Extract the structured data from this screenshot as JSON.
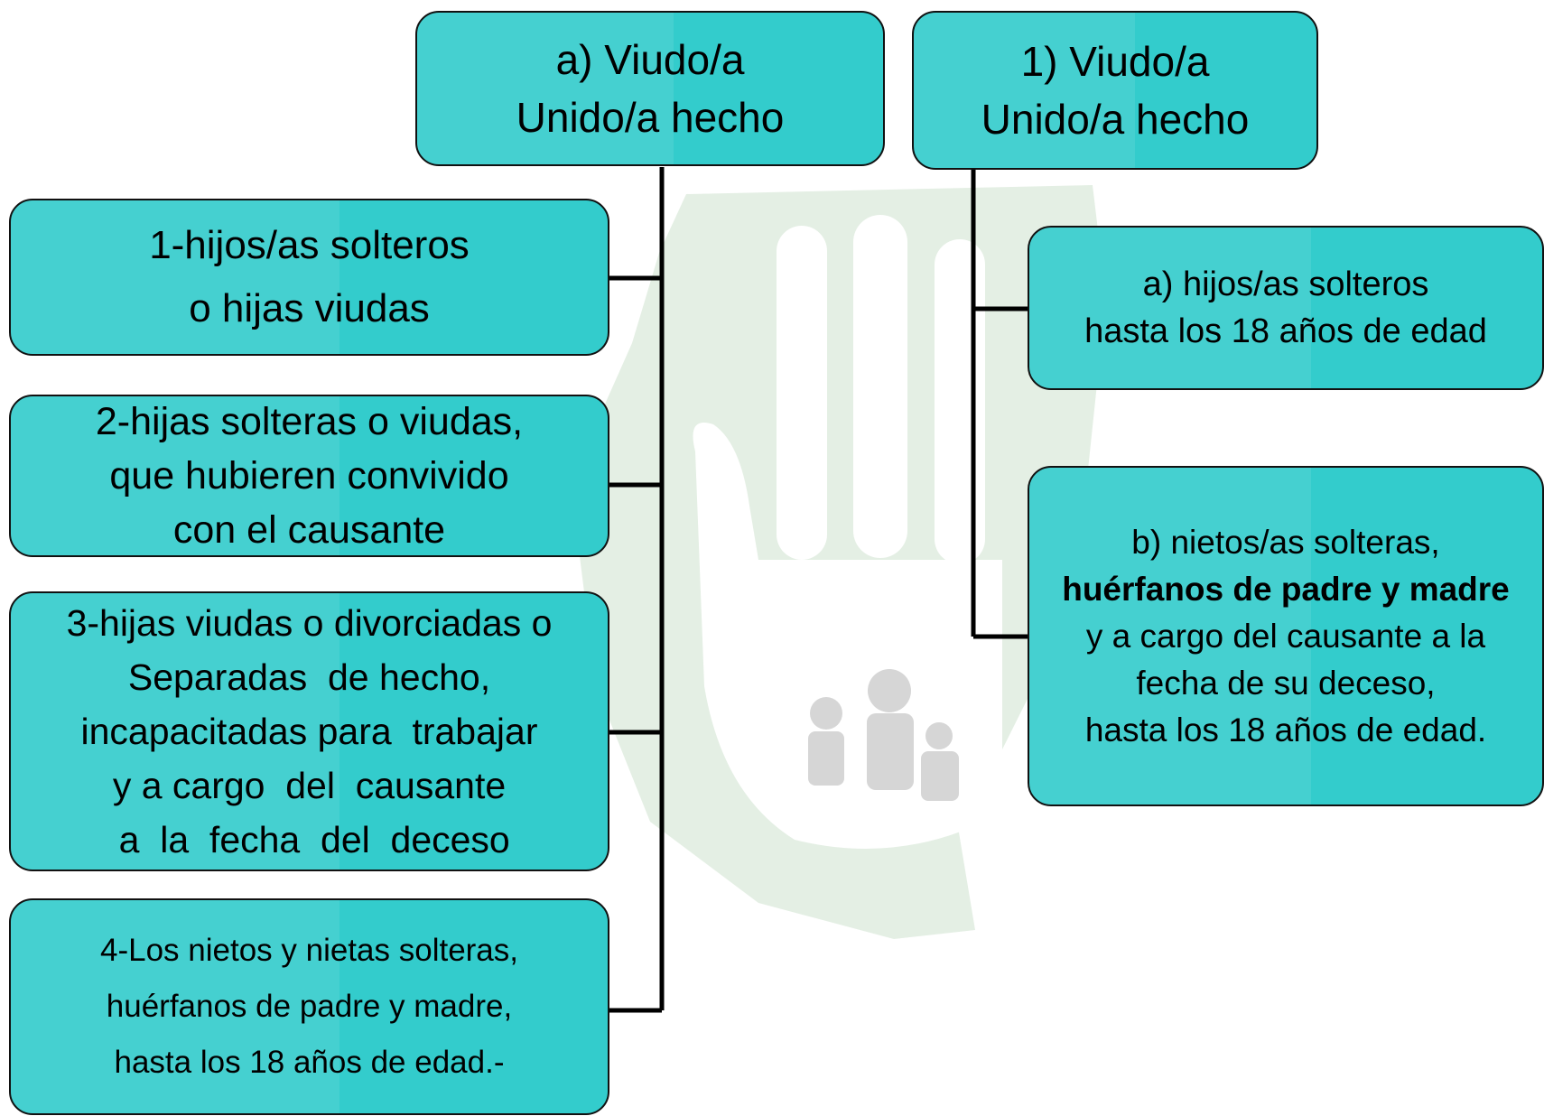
{
  "left_root": {
    "lines": [
      "a) Viudo/a",
      "Unido/a hecho"
    ]
  },
  "left_children": [
    {
      "lines": [
        "1-hijos/as solteros",
        "o hijas viudas"
      ]
    },
    {
      "lines": [
        "2-hijas solteras o viudas,",
        "que hubieren convivido",
        "con el causante"
      ]
    },
    {
      "lines": [
        "3-hijas viudas o divorciadas o",
        "Separadas  de hecho,",
        "incapacitadas para  trabajar",
        "y a cargo  del  causante",
        " a  la  fecha  del  deceso"
      ]
    },
    {
      "lines": [
        "4-Los nietos y nietas solteras,",
        "huérfanos de padre y madre,",
        "hasta los 18 años de edad.-"
      ]
    }
  ],
  "right_root": {
    "lines": [
      "1) Viudo/a",
      "Unido/a hecho"
    ]
  },
  "right_children": [
    {
      "lines": [
        "a) hijos/as solteros",
        "hasta los 18 años de edad"
      ]
    },
    {
      "lines": [
        "b) nietos/as solteras,",
        "huérfanos de padre y madre",
        "y a cargo del causante a la",
        "fecha de su deceso,",
        "hasta los 18 años de edad."
      ]
    }
  ],
  "colors": {
    "box_fill": "#33cccc",
    "border": "#111111",
    "connector": "#000000",
    "watermark": "#e4efe4"
  }
}
